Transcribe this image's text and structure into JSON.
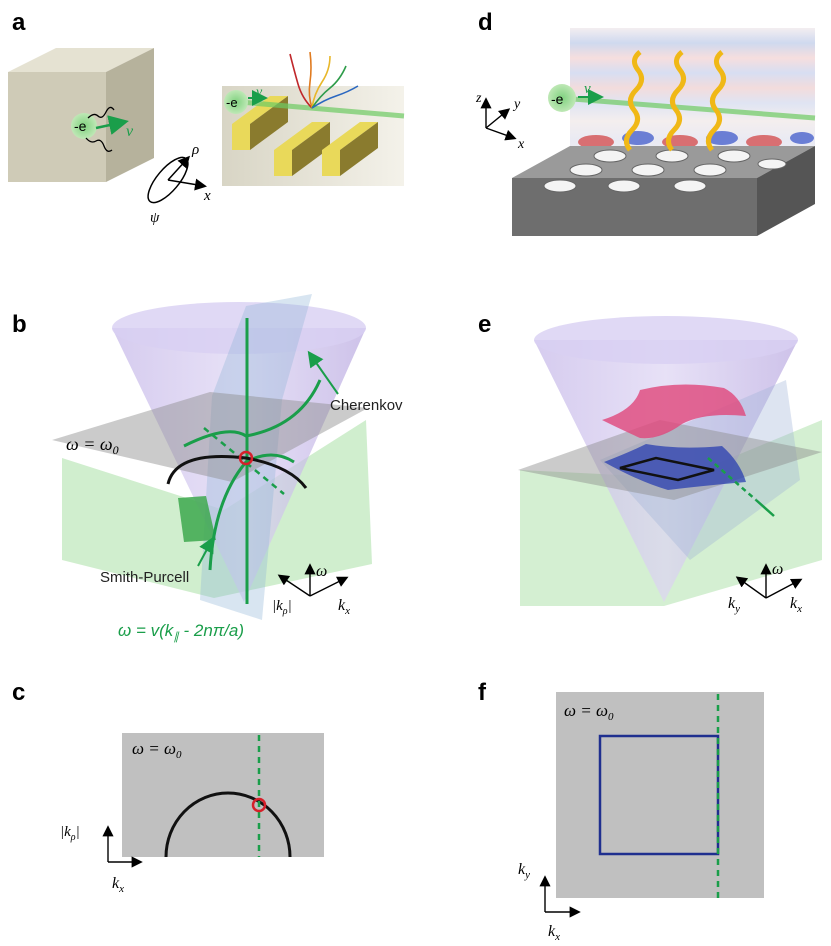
{
  "panels": {
    "a": {
      "label": "a",
      "charge": "-e",
      "velocity": "v",
      "psi": "ψ",
      "rho": "ρ",
      "x": "x"
    },
    "b": {
      "label": "b",
      "cherenkov": "Cherenkov",
      "smith_purcell": "Smith-Purcell",
      "plane_eq": "ω = ω",
      "plane_sub": "0",
      "axis_omega": "ω",
      "axis_krho": "|k",
      "axis_krho_sub": "ρ",
      "axis_krho_end": "|",
      "axis_kx": "k",
      "axis_kx_sub": "x",
      "sp_formula_lhs": "ω = v(k",
      "sp_formula_sub": "∥",
      "sp_formula_rhs": " - 2nπ/a)"
    },
    "c": {
      "label": "c",
      "plane_eq": "ω = ω",
      "plane_sub": "0",
      "axis_krho": "|k",
      "axis_krho_sub": "ρ",
      "axis_krho_end": "|",
      "axis_kx": "k",
      "axis_kx_sub": "x"
    },
    "d": {
      "label": "d",
      "charge": "-e",
      "velocity": "v",
      "z": "z",
      "y": "y",
      "x": "x"
    },
    "e": {
      "label": "e",
      "axis_omega": "ω",
      "axis_ky": "k",
      "axis_ky_sub": "y",
      "axis_kx": "k",
      "axis_kx_sub": "x"
    },
    "f": {
      "label": "f",
      "plane_eq": "ω = ω",
      "plane_sub": "0",
      "axis_ky": "k",
      "axis_ky_sub": "y",
      "axis_kx": "k",
      "axis_kx_sub": "x"
    }
  },
  "colors": {
    "green": "#1a9e4a",
    "cone": "#b9a9e0",
    "plane_gray": "#8c8c8c",
    "red_marker": "#d6202a",
    "blue_square": "#1f2f8f",
    "gold": "#e8c22a",
    "box": "#cfcbb7"
  }
}
